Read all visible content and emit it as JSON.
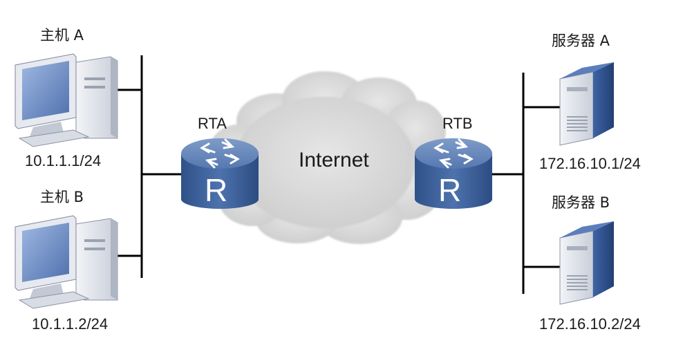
{
  "nodes": {
    "host_a": {
      "name": "主机 A",
      "ip": "10.1.1.1/24"
    },
    "host_b": {
      "name": "主机 B",
      "ip": "10.1.1.2/24"
    },
    "rta": {
      "name": "RTA",
      "glyph": "R"
    },
    "rtb": {
      "name": "RTB",
      "glyph": "R"
    },
    "internet": {
      "name": "Internet"
    },
    "server_a": {
      "name": "服务器 A",
      "ip": "172.16.10.1/24"
    },
    "server_b": {
      "name": "服务器 B",
      "ip": "172.16.10.2/24"
    }
  },
  "links": [
    {
      "from": "host_a",
      "to": "lan_a"
    },
    {
      "from": "host_b",
      "to": "lan_a"
    },
    {
      "from": "lan_a",
      "to": "rta"
    },
    {
      "from": "rta",
      "to": "internet"
    },
    {
      "from": "internet",
      "to": "rtb"
    },
    {
      "from": "rtb",
      "to": "lan_b"
    },
    {
      "from": "lan_b",
      "to": "server_a"
    },
    {
      "from": "lan_b",
      "to": "server_b"
    }
  ],
  "colors": {
    "router_top": "#5d7fb4",
    "router_side": "#3b5f98",
    "pc_body": "#dfe3ea",
    "pc_screen": "#6e8fc7",
    "server_side": "#2e4f8a",
    "server_front": "#e4e7ec",
    "cloud": "#d9d9d9",
    "line": "#000000"
  }
}
